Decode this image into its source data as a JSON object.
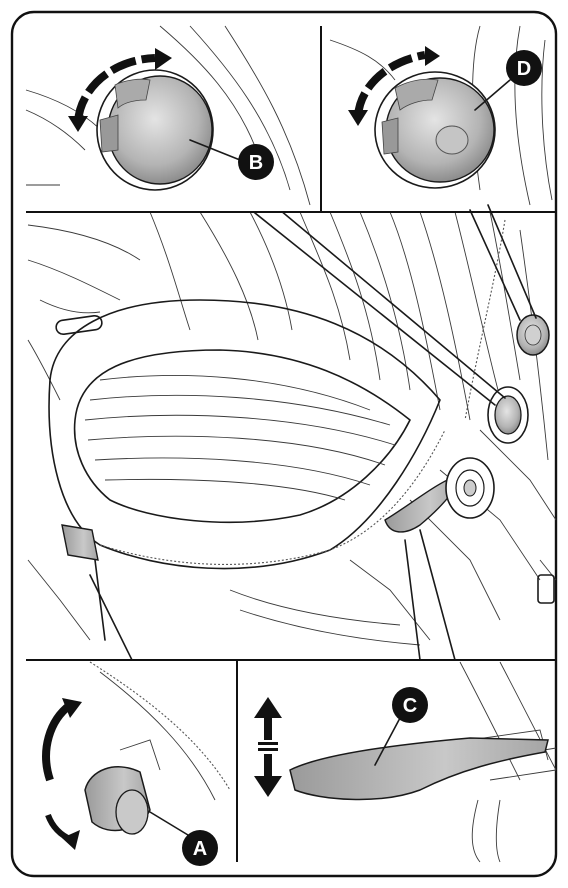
{
  "callouts": {
    "a": "A",
    "b": "B",
    "c": "C",
    "d": "D"
  },
  "colors": {
    "line": "#1a1a1a",
    "knob_fill": "#b9b9b9",
    "knob_highlight": "#dcdcdc",
    "badge": "#111111"
  },
  "icons": [
    "rotate-arrow-icon",
    "up-down-arrow-icon"
  ]
}
